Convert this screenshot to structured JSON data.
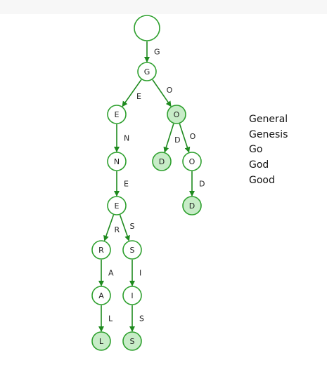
{
  "colors": {
    "stroke": "#2ea02e",
    "end_fill": "#c7ecc7",
    "arrow": "#1e8a1e"
  },
  "nodes": [
    {
      "id": "root",
      "label": "",
      "end": false
    },
    {
      "id": "g",
      "label": "G",
      "end": false
    },
    {
      "id": "e1",
      "label": "E",
      "end": false
    },
    {
      "id": "o1",
      "label": "O",
      "end": true
    },
    {
      "id": "n",
      "label": "N",
      "end": false
    },
    {
      "id": "d1",
      "label": "D",
      "end": true
    },
    {
      "id": "o2",
      "label": "O",
      "end": false
    },
    {
      "id": "e2",
      "label": "E",
      "end": false
    },
    {
      "id": "d2",
      "label": "D",
      "end": true
    },
    {
      "id": "r",
      "label": "R",
      "end": false
    },
    {
      "id": "s1",
      "label": "S",
      "end": false
    },
    {
      "id": "a",
      "label": "A",
      "end": false
    },
    {
      "id": "i",
      "label": "I",
      "end": false
    },
    {
      "id": "l",
      "label": "L",
      "end": true
    },
    {
      "id": "s2",
      "label": "S",
      "end": true
    }
  ],
  "edges": [
    {
      "from": "root",
      "to": "g",
      "label": "G"
    },
    {
      "from": "g",
      "to": "e1",
      "label": "E"
    },
    {
      "from": "g",
      "to": "o1",
      "label": "O"
    },
    {
      "from": "e1",
      "to": "n",
      "label": "N"
    },
    {
      "from": "o1",
      "to": "d1",
      "label": "D"
    },
    {
      "from": "o1",
      "to": "o2",
      "label": "O"
    },
    {
      "from": "n",
      "to": "e2",
      "label": "E"
    },
    {
      "from": "o2",
      "to": "d2",
      "label": "D"
    },
    {
      "from": "e2",
      "to": "r",
      "label": "R"
    },
    {
      "from": "e2",
      "to": "s1",
      "label": "S"
    },
    {
      "from": "r",
      "to": "a",
      "label": "A"
    },
    {
      "from": "s1",
      "to": "i",
      "label": "I"
    },
    {
      "from": "a",
      "to": "l",
      "label": "L"
    },
    {
      "from": "i",
      "to": "s2",
      "label": "S"
    }
  ],
  "words": [
    "General",
    "Genesis",
    "Go",
    "God",
    "Good"
  ]
}
